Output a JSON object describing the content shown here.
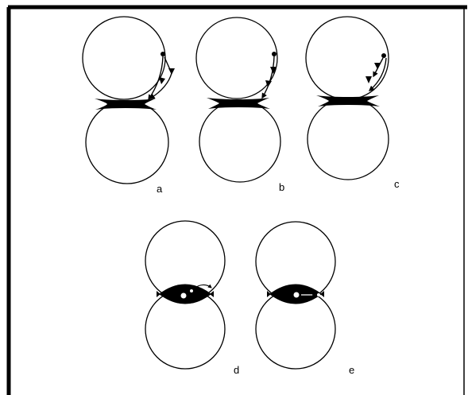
{
  "figure": {
    "panel_labels": {
      "a": "a",
      "b": "b",
      "c": "c",
      "d": "d",
      "e": "e"
    },
    "colors": {
      "frame": "#000000",
      "stroke": "#000000",
      "fill": "#000000",
      "background": "#ffffff"
    }
  }
}
